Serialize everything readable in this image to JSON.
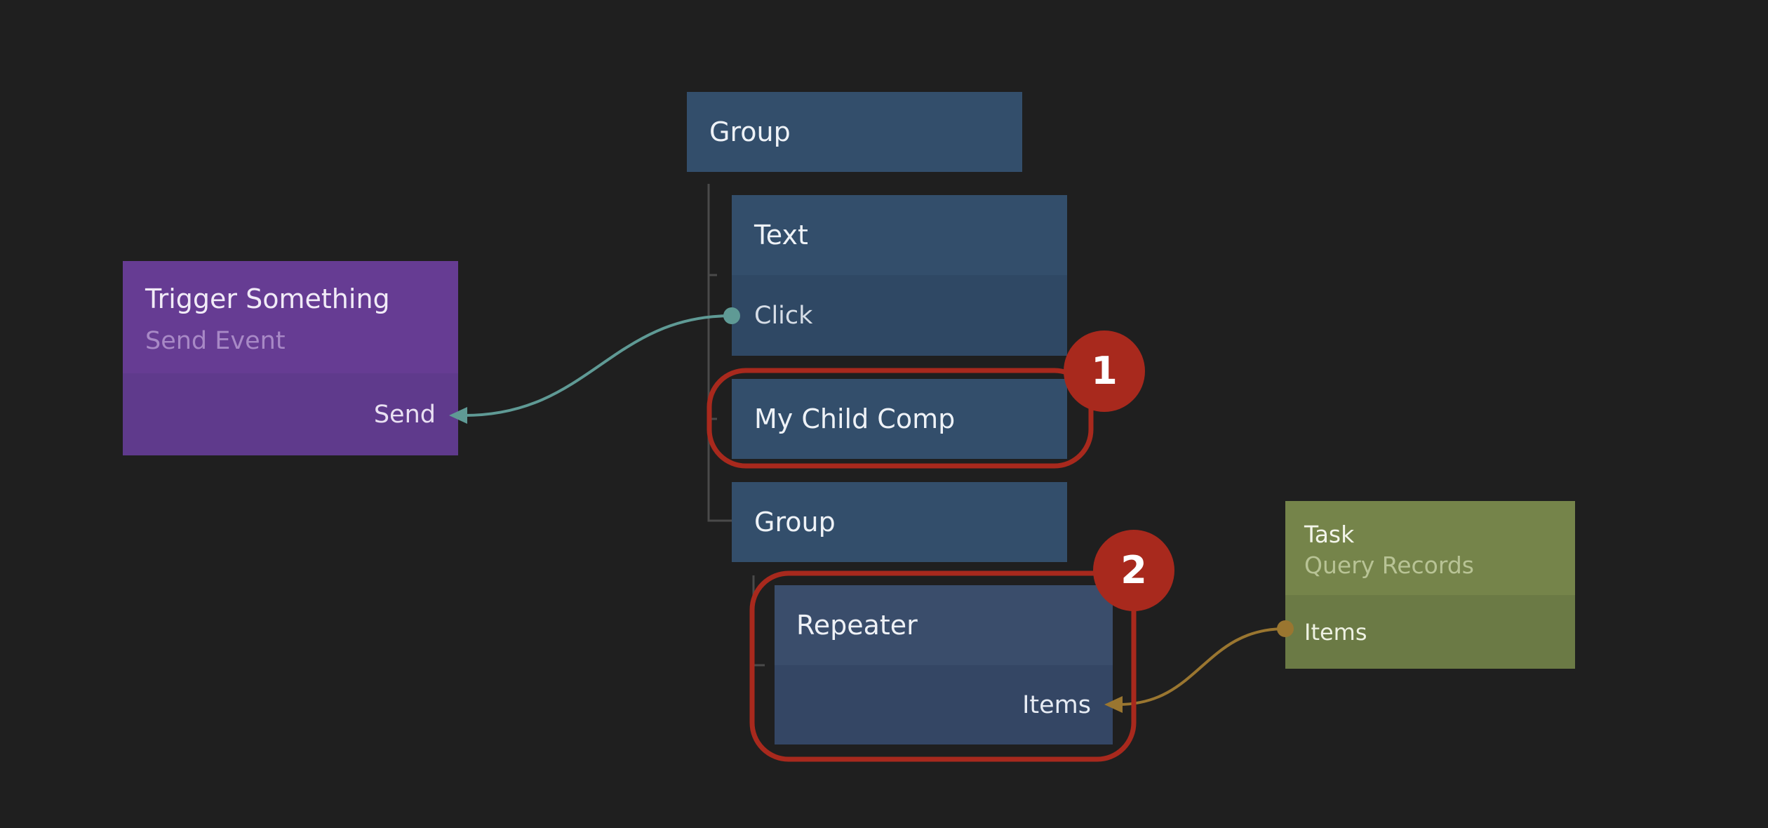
{
  "nodes": {
    "group_root": {
      "title": "Group"
    },
    "text": {
      "title": "Text",
      "port": "Click"
    },
    "child_comp": {
      "title": "My Child Comp"
    },
    "group_inner": {
      "title": "Group"
    },
    "repeater": {
      "title": "Repeater",
      "port": "Items"
    },
    "trigger": {
      "title": "Trigger Something",
      "subtitle": "Send Event",
      "port": "Send"
    },
    "task": {
      "title": "Task",
      "subtitle": "Query Records",
      "port": "Items"
    }
  },
  "callouts": [
    {
      "label": "1",
      "target": "child_comp"
    },
    {
      "label": "2",
      "target": "repeater"
    }
  ],
  "connections": [
    {
      "from": "text.Click",
      "to": "trigger.Send",
      "color": "#5f9a95"
    },
    {
      "from": "task.Items",
      "to": "repeater.Items",
      "color": "#9a7630"
    }
  ],
  "colors": {
    "background": "#1f1f1f",
    "visual_node": "#334e6b",
    "logic_node": "#663c93",
    "data_node": "#75844a",
    "callout": "#a8291d"
  }
}
